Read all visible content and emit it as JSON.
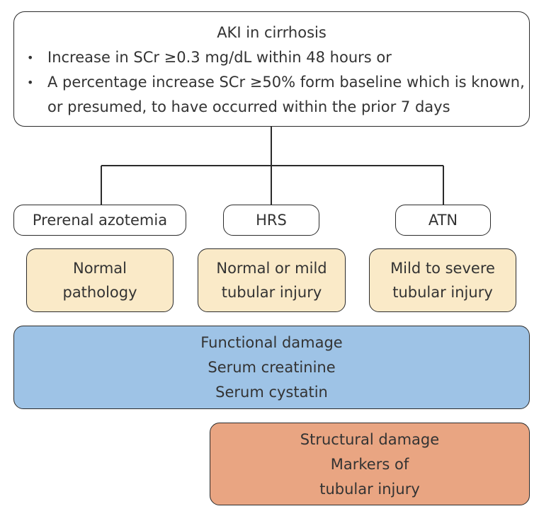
{
  "definition": {
    "title": "AKI in cirrhosis",
    "criteria": [
      "Increase in SCr ≥0.3 mg/dL within 48 hours or",
      "A percentage increase SCr ≥50% form baseline which is known, or presumed, to have occurred within the prior 7 days"
    ],
    "bullet": "•"
  },
  "types": [
    {
      "label": "Prerenal azotemia",
      "pathology": [
        "Normal",
        "pathology"
      ]
    },
    {
      "label": "HRS",
      "pathology": [
        "Normal or mild",
        "tubular injury"
      ]
    },
    {
      "label": "ATN",
      "pathology": [
        "Mild to severe",
        "tubular injury"
      ]
    }
  ],
  "functional_damage": {
    "lines": [
      "Functional damage",
      "Serum creatinine",
      "Serum cystatin"
    ],
    "color": "#9ec3e6"
  },
  "structural_damage": {
    "lines": [
      "Structural damage",
      "Markers of",
      "tubular injury"
    ],
    "color": "#e9a582"
  },
  "colors": {
    "pathology_fill": "#faeac8",
    "border": "#2b2b2b"
  }
}
